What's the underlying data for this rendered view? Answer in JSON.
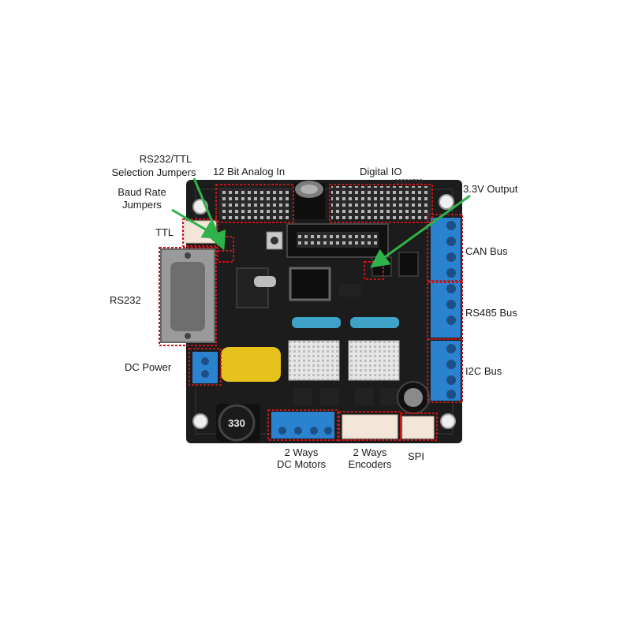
{
  "labels": {
    "rs232_ttl": "RS232/TTL",
    "selection_jumpers": "Selection Jumpers",
    "analog_in": "12 Bit Analog In",
    "digital_io": "Digital IO",
    "baud_rate": "Baud Rate",
    "jumpers": "Jumpers",
    "output_33v": "3.3V Output",
    "ttl": "TTL",
    "can_bus": "CAN Bus",
    "rs232": "RS232",
    "rs485_bus": "RS485 Bus",
    "dc_power": "DC Power",
    "i2c_bus": "I2C Bus",
    "dc_motors_line1": "2 Ways",
    "dc_motors_line2": "DC Motors",
    "encoders_line1": "2 Ways",
    "encoders_line2": "Encoders",
    "spi": "SPI"
  },
  "board_text": {
    "inductor": "330",
    "serial": "10900760"
  },
  "colors": {
    "pcb": "#1c1c1c",
    "highlight_box": "#c0161a",
    "arrow": "#2fb24a",
    "terminal_blue": "#2b82cf",
    "heatsink": "#d9d9d9",
    "capacitor_yellow": "#e8c21c"
  }
}
